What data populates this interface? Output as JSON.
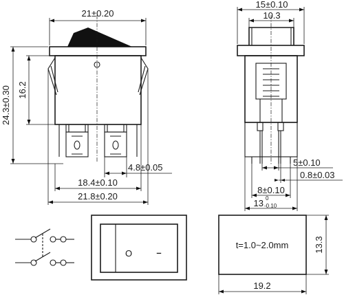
{
  "front_view": {
    "width_top": "21±0.20",
    "height_total": "24.3±0.30",
    "height_inner": "16.2",
    "pin_spacing": "4.8±0.05",
    "width_pins": "18.4±0.10",
    "width_body": "21.8±0.20"
  },
  "side_view": {
    "width_top": "15±0.10",
    "width_inner": "10.3",
    "pin_a": "5±0.10",
    "pin_thickness": "0.8±0.03",
    "pin_span": "8±0.10",
    "base_value": "13",
    "base_tol_top": "0",
    "base_tol_bottom": "-0.10"
  },
  "panel_view": {
    "note": "t=1.0~2.0mm",
    "width": "19.2",
    "height": "13.3"
  },
  "rocker_symbols": {
    "off": "O",
    "on": "–"
  }
}
